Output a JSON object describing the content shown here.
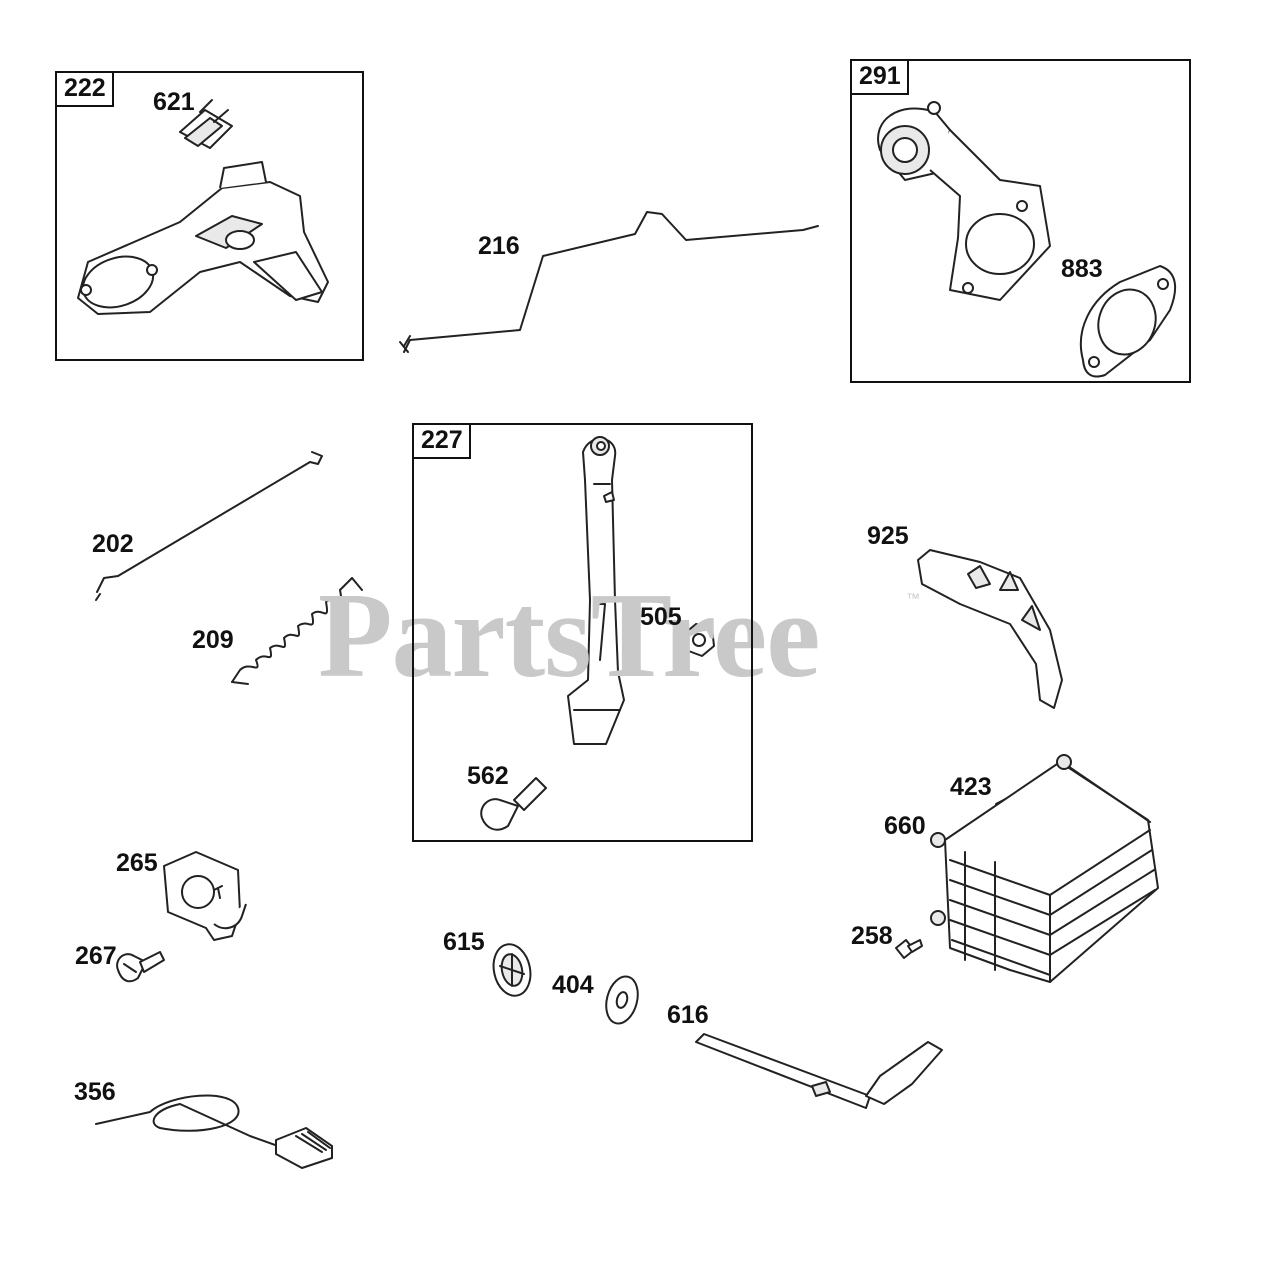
{
  "watermark": {
    "text": "PartsTree",
    "mark": "™"
  },
  "groups": [
    {
      "id": "222"
    },
    {
      "id": "291"
    },
    {
      "id": "227"
    }
  ],
  "parts": [
    {
      "number": "621",
      "name": "clip-icon"
    },
    {
      "number": "216",
      "name": "governor-link-icon"
    },
    {
      "number": "883",
      "name": "gasket-icon"
    },
    {
      "number": "202",
      "name": "link-rod-icon"
    },
    {
      "number": "209",
      "name": "spring-icon"
    },
    {
      "number": "505",
      "name": "nut-icon"
    },
    {
      "number": "562",
      "name": "bolt-icon"
    },
    {
      "number": "925",
      "name": "guard-icon"
    },
    {
      "number": "423",
      "name": "stud-icon"
    },
    {
      "number": "660",
      "name": "muffler-icon"
    },
    {
      "number": "258",
      "name": "screw-icon"
    },
    {
      "number": "265",
      "name": "bracket-icon"
    },
    {
      "number": "267",
      "name": "screw-icon"
    },
    {
      "number": "615",
      "name": "seal-icon"
    },
    {
      "number": "404",
      "name": "washer-icon"
    },
    {
      "number": "616",
      "name": "governor-shaft-icon"
    },
    {
      "number": "356",
      "name": "wire-icon"
    }
  ]
}
